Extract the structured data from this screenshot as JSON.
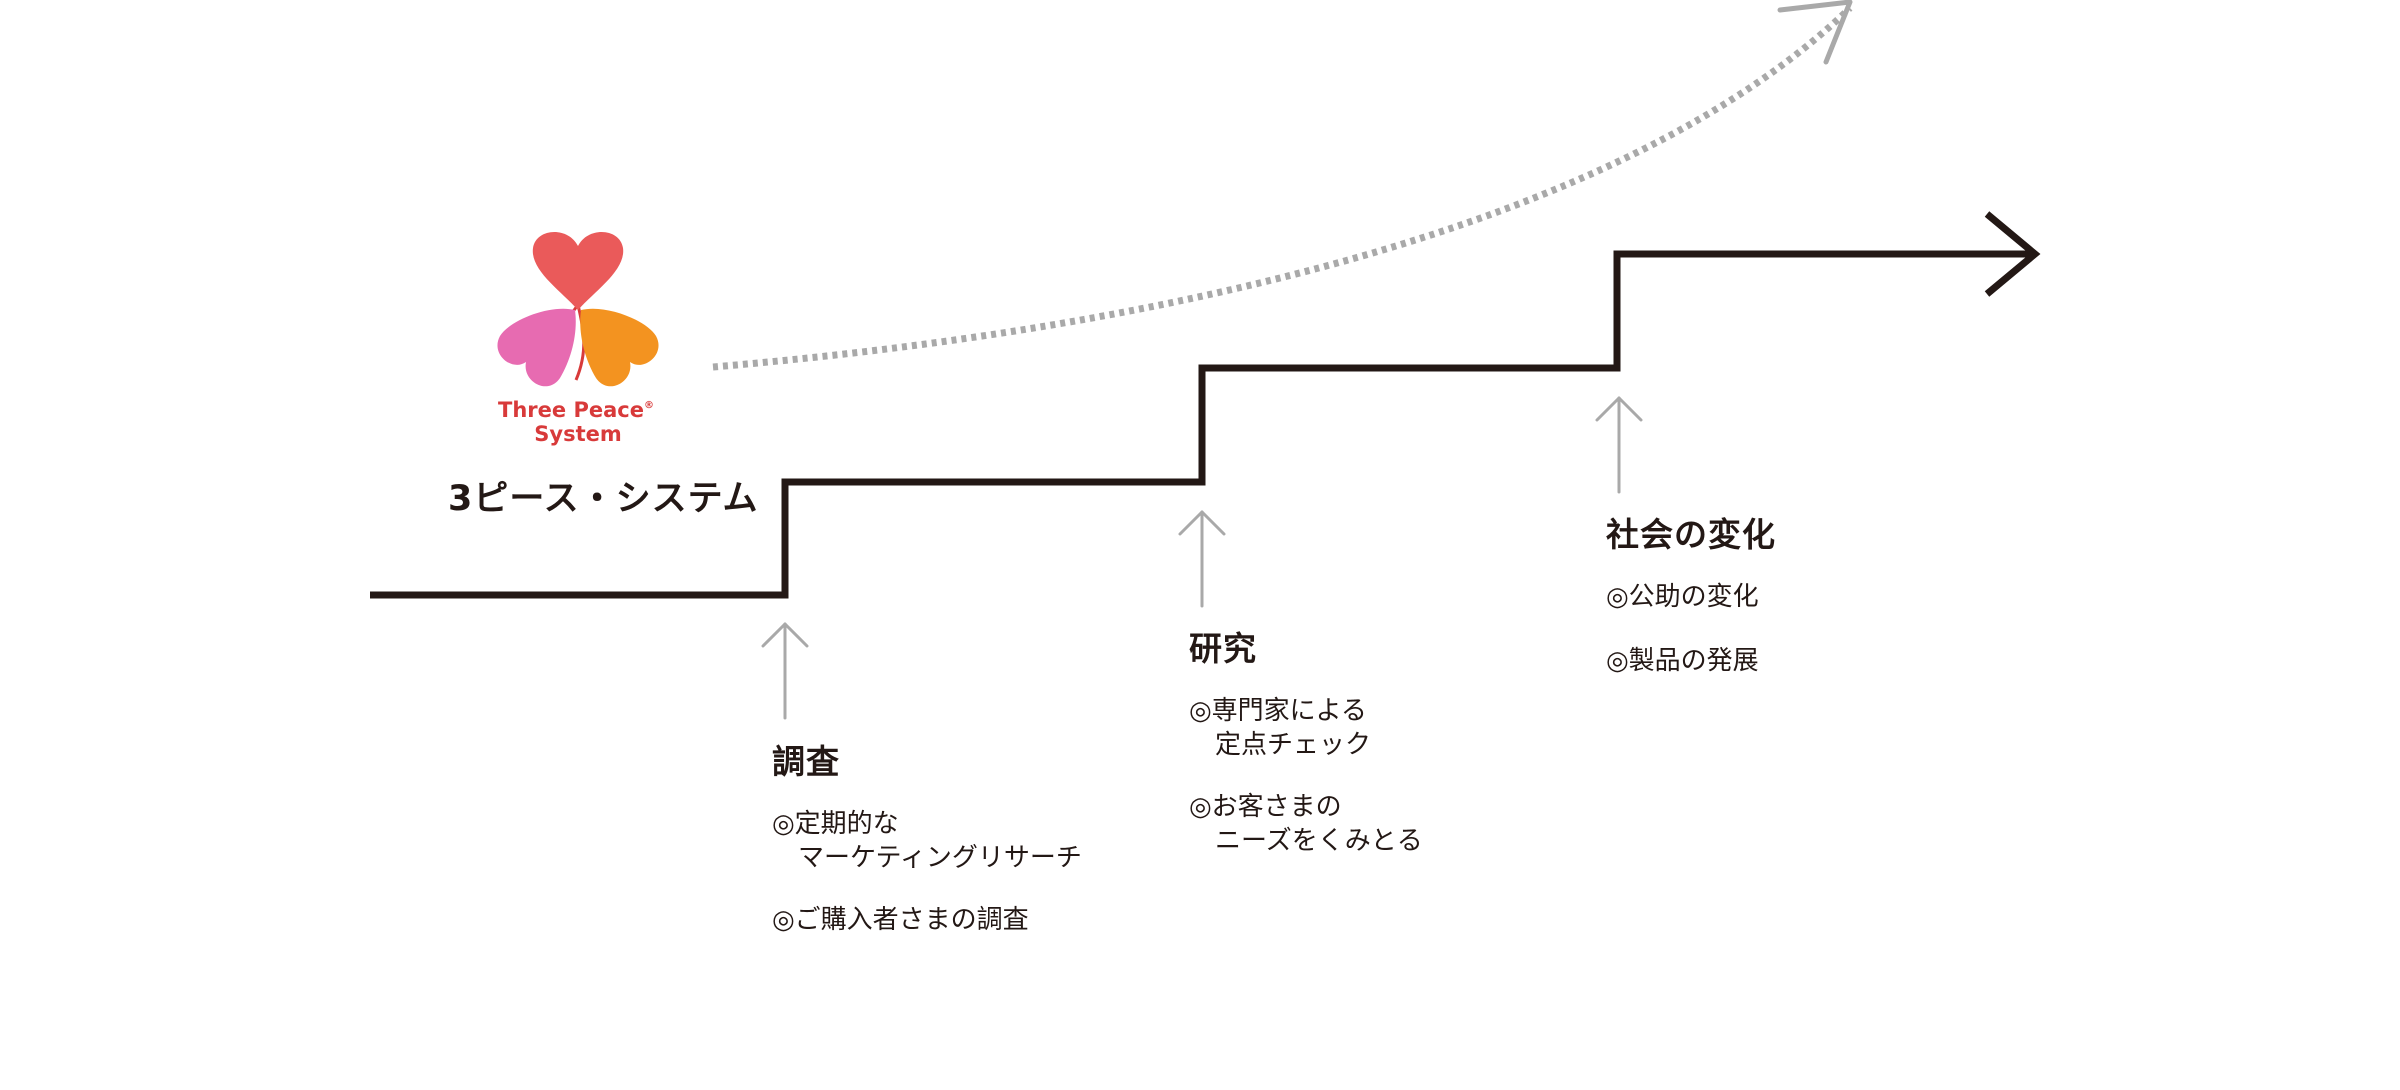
{
  "logo": {
    "line1": "Three Peace",
    "registered_mark": "®",
    "line2": "System",
    "colors": {
      "top_heart": "#ea5a5a",
      "left_heart": "#e76bb1",
      "right_heart": "#f39320",
      "stem": "#d83a3a"
    }
  },
  "system_name": "3ピース・システム",
  "stages": [
    {
      "title": "調査",
      "items": [
        "◎定期的な\n　マーケティングリサーチ",
        "◎ご購入者さまの調査"
      ]
    },
    {
      "title": "研究",
      "items": [
        "◎専門家による\n　定点チェック",
        "◎お客さまの\n　ニーズをくみとる"
      ]
    },
    {
      "title": "社会の変化",
      "items": [
        "◎公助の変化",
        "◎製品の発展"
      ]
    }
  ],
  "colors": {
    "step_line": "#231815",
    "arrows": "#a9a9a9",
    "text": "#231815"
  }
}
